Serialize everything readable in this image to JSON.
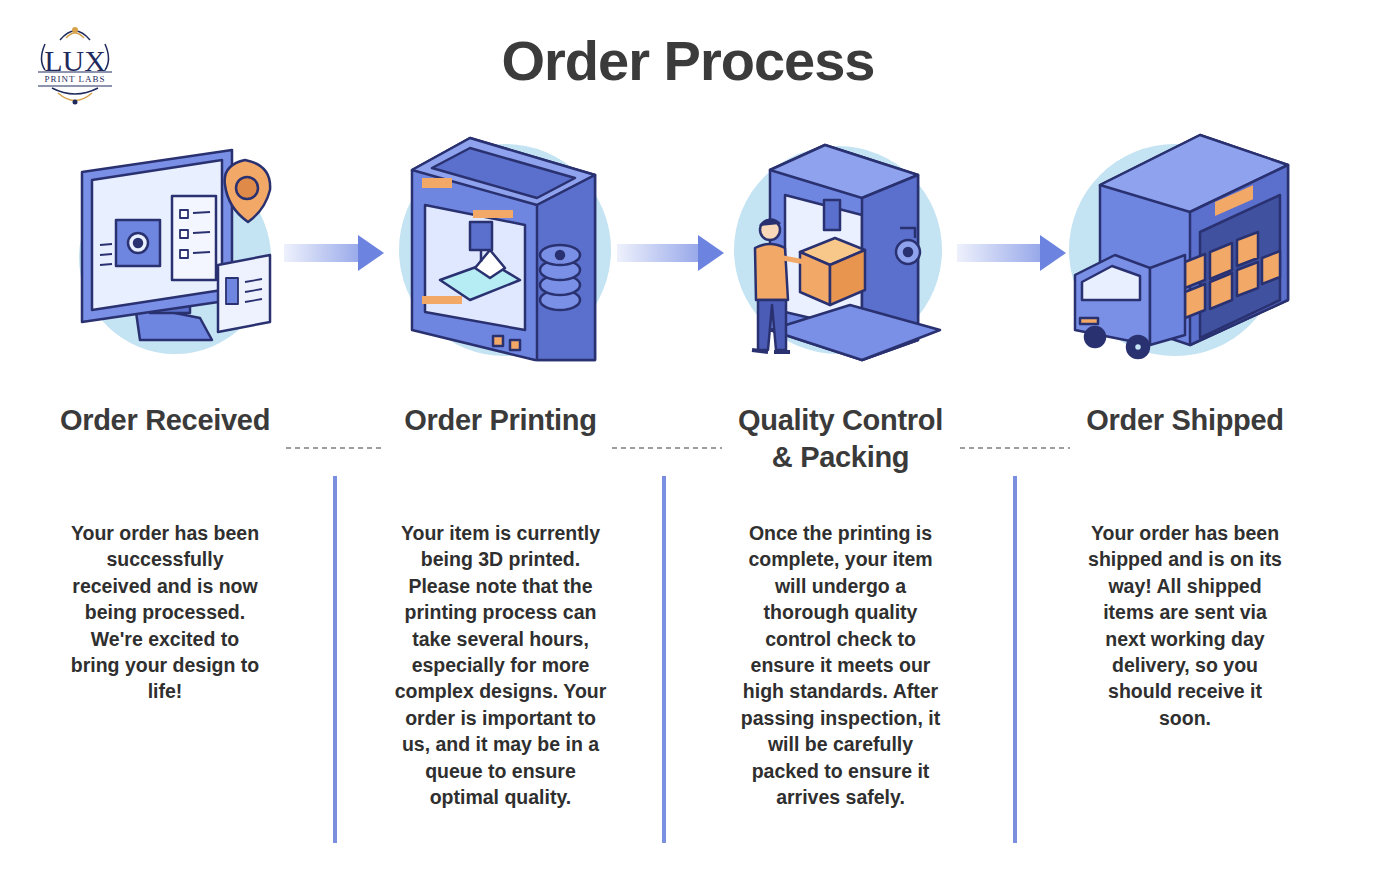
{
  "diagram": {
    "title": "Order Process",
    "nodes": [
      {
        "text": [
          "Order Received",
          "Your order has been successfully received and is now being processed. We're excited to bring your design to life!"
        ]
      },
      {
        "text": [
          "Order Printing",
          "Your item is currently being 3D printed. Please note that the printing process can take several hours, especially for more complex designs. Your order is important to us, and it may be in a queue to ensure optimal quality."
        ]
      },
      {
        "text": [
          "Quality Control & Packing",
          "Once the printing is complete, your item will undergo a thorough quality control check to ensure it meets our high standards. After passing inspection, it will be carefully packed to ensure it arrives safely."
        ]
      },
      {
        "text": [
          "Order Shipped",
          "Your order has been shipped and is on its way! All shipped items are sent via next working day delivery, so you should receive it soon."
        ]
      }
    ],
    "edges": [
      {
        "from": 0,
        "to": 1,
        "arrow": "to"
      },
      {
        "from": 1,
        "to": 2,
        "arrow": "to"
      },
      {
        "from": 2,
        "to": 3,
        "arrow": "to"
      }
    ],
    "labels": [
      "LUX",
      "PRINT LABS"
    ]
  }
}
